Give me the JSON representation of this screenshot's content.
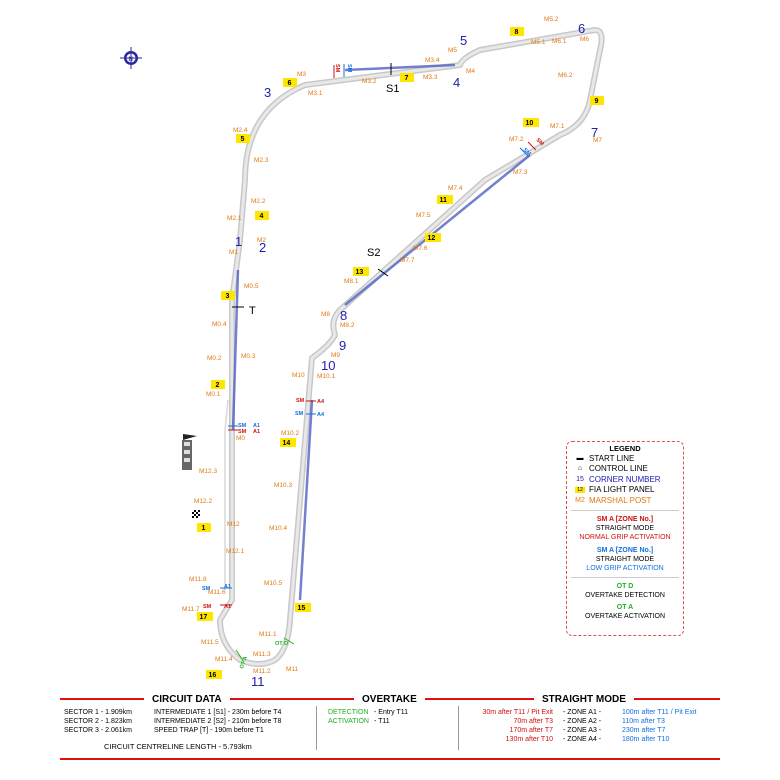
{
  "corners": [
    "1",
    "2",
    "3",
    "4",
    "5",
    "6",
    "7",
    "8",
    "9",
    "10",
    "11"
  ],
  "sectors": [
    "S1",
    "S2",
    "T"
  ],
  "panels": [
    "1",
    "2",
    "3",
    "4",
    "5",
    "6",
    "7",
    "8",
    "9",
    "10",
    "11",
    "12",
    "13",
    "14",
    "15",
    "16",
    "17"
  ],
  "marshals": [
    "M0",
    "M0.1",
    "M0.2",
    "M0.3",
    "M0.4",
    "M0.5",
    "M1",
    "M2",
    "M2.1",
    "M2.2",
    "M2.3",
    "M2.4",
    "M3",
    "M3.1",
    "M3.2",
    "M3.3",
    "M3.4",
    "M4",
    "M5",
    "M5.1",
    "M5.2",
    "M6",
    "M6.1",
    "M6.2",
    "M7",
    "M7.1",
    "M7.2",
    "M7.3",
    "M7.4",
    "M7.5",
    "M7.6",
    "M7.7",
    "M8",
    "M8.1",
    "M8.2",
    "M9",
    "M10",
    "M10.1",
    "M10.2",
    "M10.3",
    "M10.4",
    "M10.5",
    "M11",
    "M11.1",
    "M11.2",
    "M11.3",
    "M11.4",
    "M11.5",
    "M11.6",
    "M11.7",
    "M11.8",
    "M12",
    "M12.1",
    "M12.2",
    "M12.3"
  ],
  "sm_labels": {
    "sm": "SM",
    "a1": "A1",
    "a2": "A2",
    "a3": "A3",
    "a4": "A4"
  },
  "ot_labels": {
    "d": "OT D",
    "a": "OT A"
  },
  "legend": {
    "title": "LEGEND",
    "start_line": "START LINE",
    "control_line": "CONTROL LINE",
    "corner_number_sample": "15",
    "corner_number": "CORNER NUMBER",
    "panel_sample": "12",
    "panel": "FIA LIGHT PANEL",
    "marshal_sample": "M2",
    "marshal": "MARSHAL POST",
    "sm_red_title": "SM A [ZONE No.]",
    "sm_red_l1": "STRAIGHT MODE",
    "sm_red_l2": "NORMAL GRIP ACTIVATION",
    "sm_blue_title": "SM A [ZONE No.]",
    "sm_blue_l1": "STRAIGHT MODE",
    "sm_blue_l2": "LOW GRIP ACTIVATION",
    "otd_title": "OT D",
    "otd_l1": "OVERTAKE DETECTION",
    "ota_title": "OT A",
    "ota_l1": "OVERTAKE ACTIVATION"
  },
  "circuit_data": {
    "title": "CIRCUIT DATA",
    "sectors": [
      "SECTOR 1 - 1.909km",
      "SECTOR 2 - 1.823km",
      "SECTOR 3 - 2.061km"
    ],
    "intermediates": [
      "INTERMEDIATE 1 [S1] - 230m before T4",
      "INTERMEDIATE 2 [S2] - 210m before T8",
      "SPEED TRAP [T]      - 190m before T1"
    ],
    "length": "CIRCUIT CENTRELINE LENGTH - 5.793km"
  },
  "overtake": {
    "title": "OVERTAKE",
    "detection_label": "DETECTION",
    "detection_value": "- Entry T11",
    "activation_label": "ACTIVATION",
    "activation_value": "- T11"
  },
  "straight_mode": {
    "title": "STRAIGHT MODE",
    "rows": [
      {
        "left": "30m after T11 / Pit Exit",
        "zone": "- ZONE A1 -",
        "right": "100m after T11 / Pit Exit"
      },
      {
        "left": "70m after T3",
        "zone": "- ZONE A2 -",
        "right": "110m after T3"
      },
      {
        "left": "170m after T7",
        "zone": "- ZONE A3 -",
        "right": "230m after T7"
      },
      {
        "left": "130m after T10",
        "zone": "- ZONE A4 -",
        "right": "180m after T10"
      }
    ]
  },
  "colors": {
    "red": "#d01010",
    "blue": "#1070e0",
    "corner": "#2020b0",
    "marshal": "#e07a10",
    "panel": "#ffe600",
    "ot": "#20b020",
    "track": "#c8c8c8"
  },
  "icons": {
    "compass": "north-compass-icon",
    "start": "start-line-icon",
    "flag": "chequered-flag-icon",
    "control": "control-line-icon"
  }
}
